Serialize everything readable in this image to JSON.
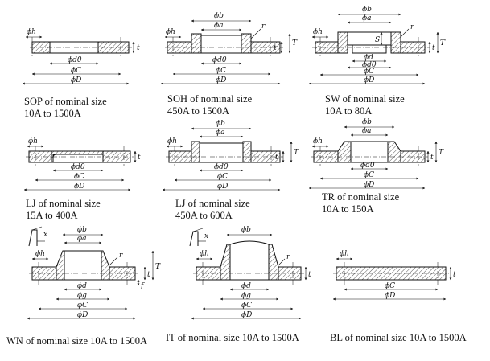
{
  "figures": [
    {
      "id": "sop",
      "caption_lines": [
        "SOP of nominal size",
        "10A to 1500A"
      ],
      "dims": {
        "h": "h",
        "t": "t",
        "d0": "d0",
        "C": "C",
        "D": "D"
      }
    },
    {
      "id": "soh",
      "caption_lines": [
        "SOH of nominal size",
        "450A to 1500A"
      ],
      "dims": {
        "h": "h",
        "b": "b",
        "a": "a",
        "r": "r",
        "t": "t",
        "T": "T",
        "d0": "d0",
        "C": "C",
        "D": "D"
      }
    },
    {
      "id": "sw",
      "caption_lines": [
        "SW of nominal size",
        "10A to 80A"
      ],
      "dims": {
        "h": "h",
        "b": "b",
        "a": "a",
        "r": "r",
        "S": "S",
        "t": "t",
        "T": "T",
        "d": "d",
        "d0": "d0",
        "C": "C",
        "D": "D"
      }
    },
    {
      "id": "lj-small",
      "caption_lines": [
        "LJ of nominal size",
        "15A to 400A"
      ],
      "dims": {
        "h": "h",
        "t": "t",
        "d0": "d0",
        "C": "C",
        "D": "D"
      }
    },
    {
      "id": "lj-large",
      "caption_lines": [
        "LJ of nominal size",
        "450A to 600A"
      ],
      "dims": {
        "h": "h",
        "b": "b",
        "a": "a",
        "t": "t",
        "T": "T",
        "d0": "d0",
        "C": "C",
        "D": "D"
      }
    },
    {
      "id": "tr",
      "caption_lines": [
        "TR of nominal size",
        "10A to 150A"
      ],
      "dims": {
        "h": "h",
        "b": "b",
        "a": "a",
        "t": "t",
        "T": "T",
        "d0": "d0",
        "C": "C",
        "D": "D"
      }
    },
    {
      "id": "wn",
      "caption_lines": [
        "WN of nominal size 10A to 1500A"
      ],
      "dims": {
        "x": "x",
        "h": "h",
        "b": "b",
        "a": "a",
        "r": "r",
        "t": "t",
        "T": "T",
        "f": "f",
        "d": "d",
        "g": "g",
        "C": "C",
        "D": "D"
      }
    },
    {
      "id": "it",
      "caption_lines": [
        "IT of nominal size 10A to 1500A"
      ],
      "dims": {
        "x": "x",
        "h": "h",
        "b": "b",
        "r": "r",
        "t": "t",
        "d": "d",
        "g": "g",
        "C": "C",
        "D": "D"
      }
    },
    {
      "id": "bl",
      "caption_lines": [
        "BL of nominal size 10A to 1500A"
      ],
      "dims": {
        "h": "h",
        "t": "t",
        "C": "C",
        "D": "D"
      }
    }
  ],
  "symbols": {
    "diameter": "ϕ"
  }
}
